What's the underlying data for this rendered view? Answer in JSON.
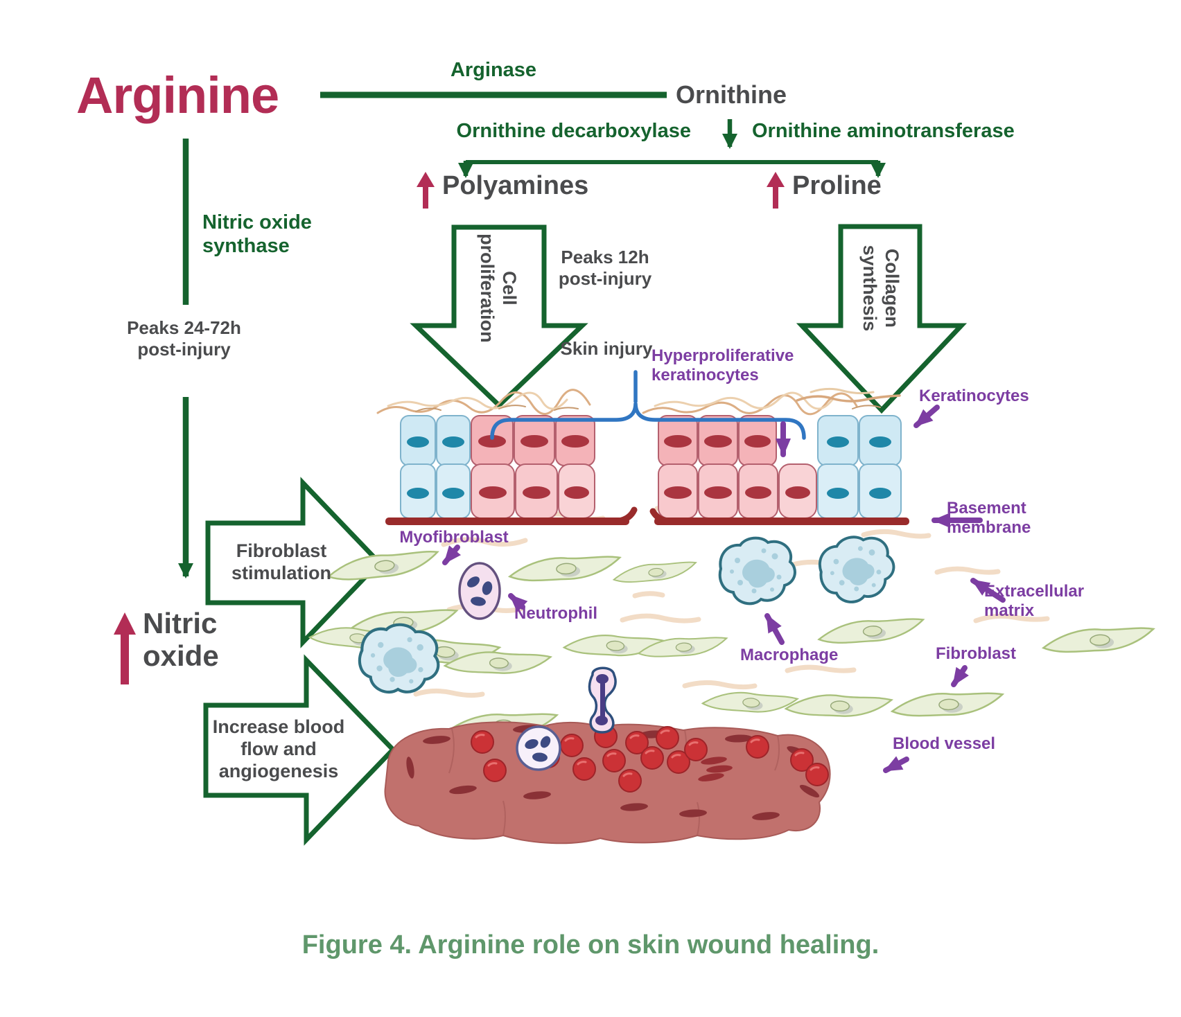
{
  "pathway": {
    "arginine": "Arginine",
    "arginase": "Arginase",
    "ornithine": "Ornithine",
    "ornithine_decarboxylase": "Ornithine decarboxylase",
    "ornithine_aminotransferase": "Ornithine aminotransferase",
    "polyamines": "Polyamines",
    "proline": "Proline",
    "nitric_oxide_synthase": "Nitric oxide synthase",
    "nitric_oxide": "Nitric oxide",
    "peaks_24_72h": "Peaks 24-72h post-injury",
    "peaks_12h": "Peaks 12h post-injury",
    "cell_proliferation_l1": "Cell",
    "cell_proliferation_l2": "proliferation",
    "collagen_synthesis_l1": "Collagen",
    "collagen_synthesis_l2": "synthesis",
    "fibroblast_stimulation": "Fibroblast stimulation",
    "increase_blood_flow": "Increase blood flow and angiogenesis"
  },
  "illustration": {
    "skin_injury": "Skin injury",
    "hyperproliferative_keratinocytes": "Hyperproliferative keratinocytes",
    "keratinocytes": "Keratinocytes",
    "basement_membrane": "Basement membrane",
    "myofibroblast": "Myofibroblast",
    "neutrophil": "Neutrophil",
    "extracellular_matrix": "Extracellular matrix",
    "macrophage": "Macrophage",
    "fibroblast": "Fibroblast",
    "blood_vessel": "Blood vessel"
  },
  "caption": "Figure 4. Arginine role on skin wound healing.",
  "colors": {
    "pathway_green": "#15632e",
    "up_arrow_crimson": "#b22d55",
    "metabolite_gray": "#4a4b4d",
    "annotation_purple": "#7c3da2",
    "brace_blue": "#3076c2",
    "caption_green": "#5f976b"
  }
}
